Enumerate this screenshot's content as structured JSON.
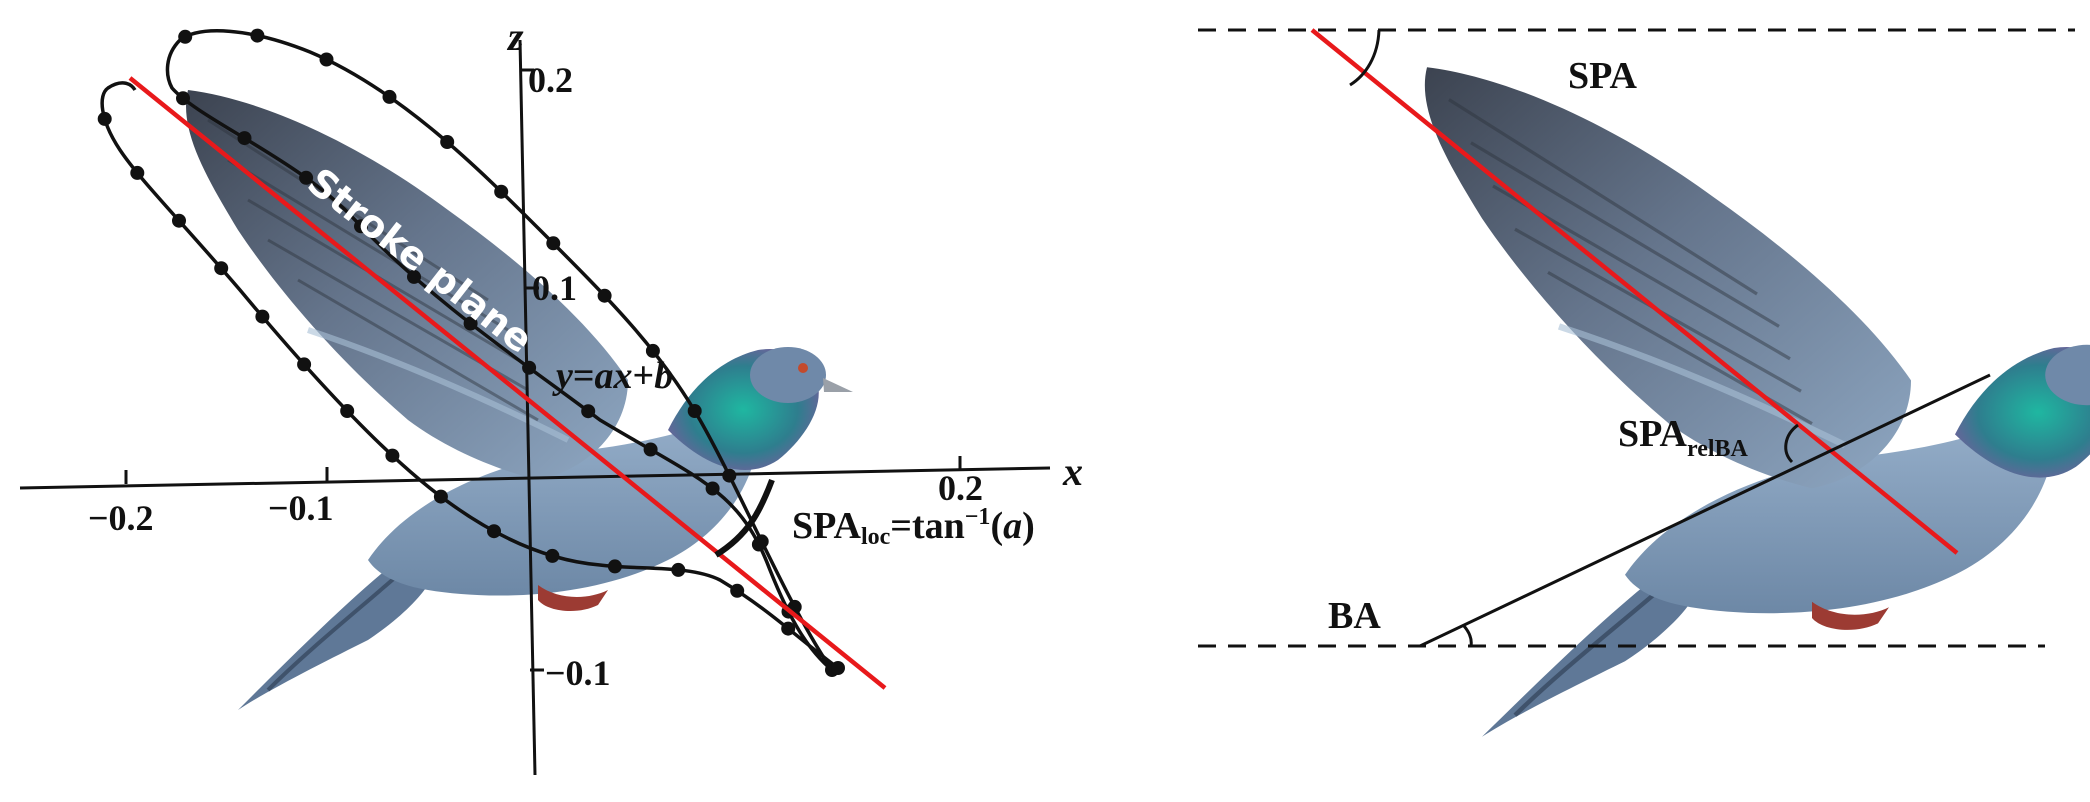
{
  "left_panel": {
    "axis_x_label": "x",
    "axis_z_label": "z",
    "x_ticks": [
      "−0.2",
      "−0.1",
      "0.2"
    ],
    "z_ticks": [
      "0.2",
      "0.1",
      "−0.1"
    ],
    "stroke_plane_label": "Stroke plane",
    "equation": {
      "y": "y",
      "eq1": "=",
      "ax": "ax",
      "plus": "+",
      "b": "b"
    },
    "spa_loc": {
      "main": "SPA",
      "sub": "loc",
      "eq": "=tan",
      "sup": "−1",
      "open": "(",
      "a": "a",
      "close": ")"
    }
  },
  "right_panel": {
    "spa_label": "SPA",
    "spa_rel": {
      "main": "SPA",
      "sub": "relBA"
    },
    "ba_label": "BA"
  },
  "colors": {
    "stroke_plane_line": "#e8191b",
    "trajectory": "#111111",
    "pigeon_body": "#7f9bb8",
    "pigeon_wing": "#5d6f86",
    "pigeon_neck": "#2f8f86",
    "pigeon_throat": "#8a5fa3"
  }
}
